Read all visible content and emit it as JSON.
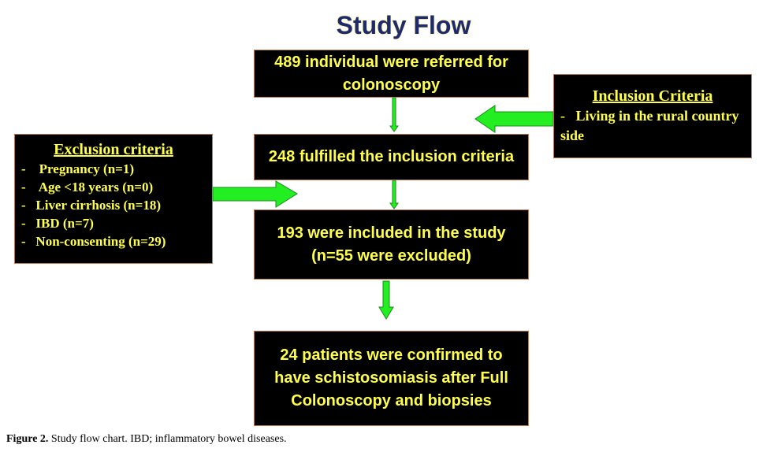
{
  "title": "Study Flow",
  "boxes": {
    "referred": "489 individual were referred for colonoscopy",
    "fulfilled": "248 fulfilled the inclusion criteria",
    "included_line1": "193 were included in the study",
    "included_line2": "(n=55 were excluded)",
    "confirmed": "24 patients were confirmed to have schistosomiasis after Full Colonoscopy and biopsies"
  },
  "exclusion": {
    "heading": "Exclusion criteria",
    "items": [
      "-    Pregnancy (n=1)",
      "-    Age <18 years (n=0)",
      "-   Liver cirrhosis (n=18)",
      "-   IBD (n=7)",
      "-   Non-consenting (n=29)"
    ]
  },
  "inclusion": {
    "heading": "Inclusion Criteria",
    "item": "-   Living in the rural country side"
  },
  "caption": {
    "label": "Figure 2.",
    "text": " Study flow chart. IBD; inflammatory bowel diseases."
  },
  "colors": {
    "box_text": "#ffff4d",
    "arrow": "#22ee22",
    "title": "#1f2a6b"
  }
}
